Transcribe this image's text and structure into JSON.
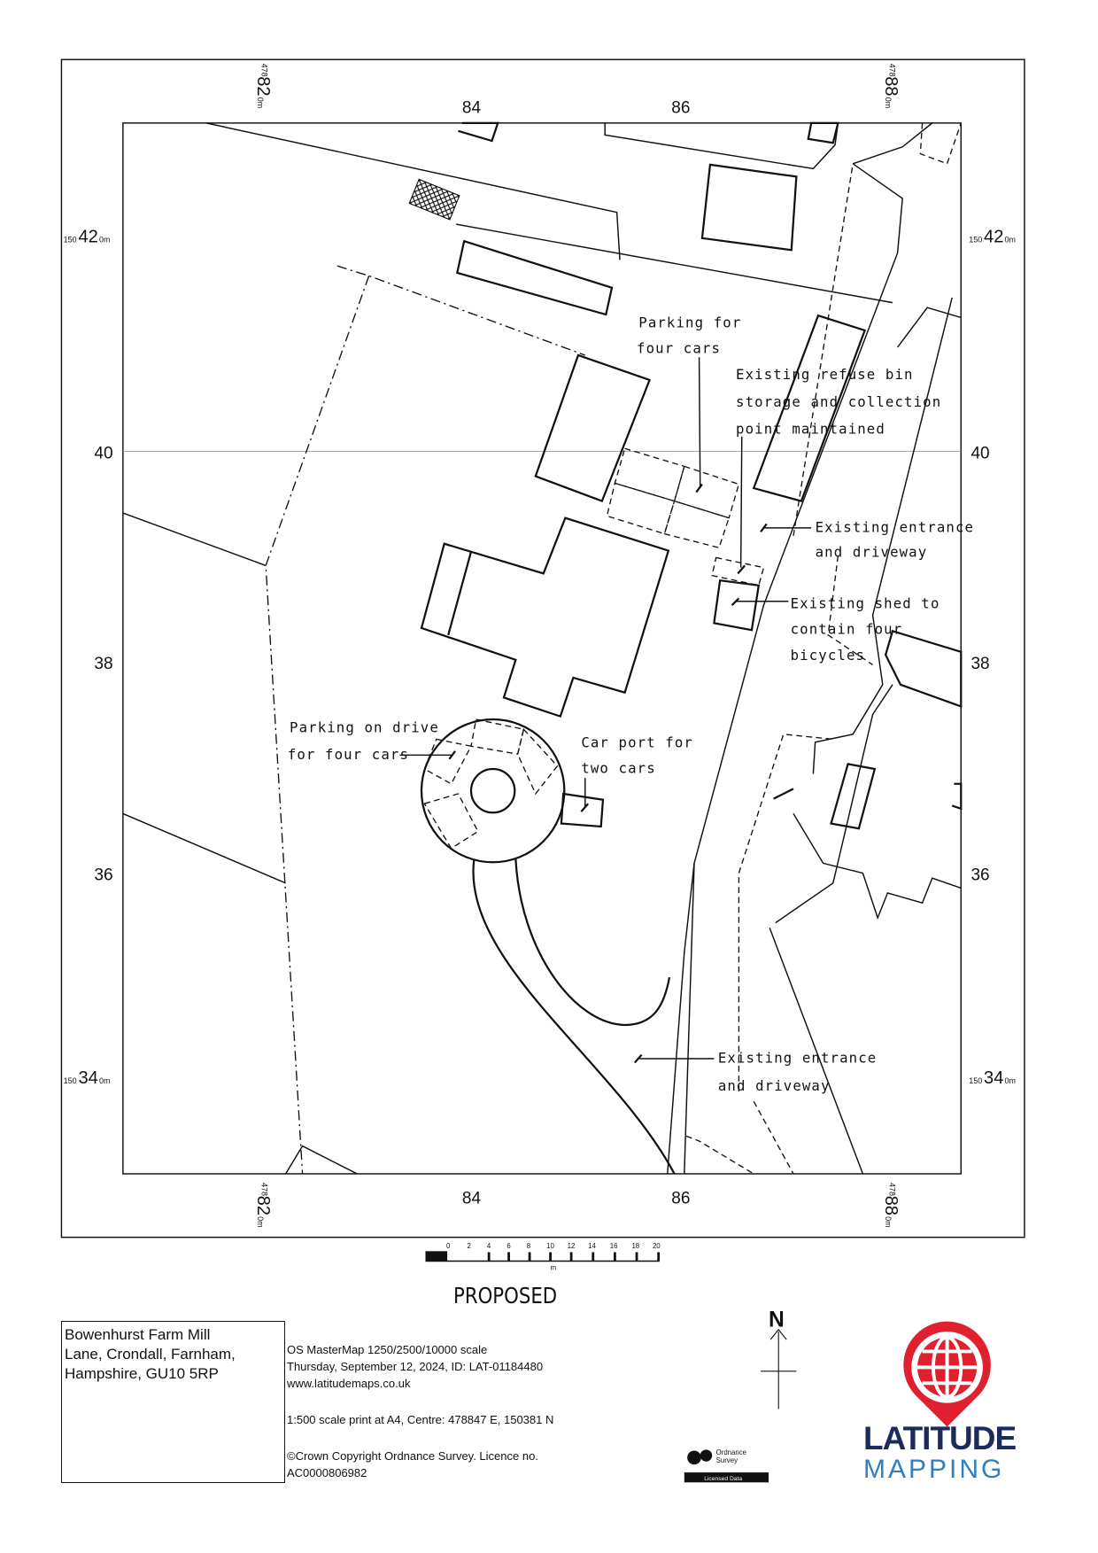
{
  "grid_labels": {
    "top_easting_major": {
      "prefix": "478",
      "value": "82",
      "suffix": "0m"
    },
    "top_easting_major_right": {
      "prefix": "478",
      "value": "88",
      "suffix": "0m"
    },
    "easting_minor": [
      "84",
      "86"
    ],
    "northing_major_top": {
      "prefix": "150",
      "value": "42",
      "suffix": "0m"
    },
    "northing_major_bottom": {
      "prefix": "150",
      "value": "34",
      "suffix": "0m"
    },
    "northing_minor": [
      "40",
      "38",
      "36"
    ]
  },
  "annotations": {
    "parking_four_1": "Parking for",
    "parking_four_2": "four cars",
    "refuse_1": "Existing refuse bin",
    "refuse_2": "storage and collection",
    "refuse_3": "point maintained",
    "entrance_top_1": "Existing entrance",
    "entrance_top_2": "and driveway",
    "shed_1": "Existing shed to",
    "shed_2": "contain four",
    "shed_3": "bicycles",
    "drive_parking_1": "Parking on drive",
    "drive_parking_2": "for four cars",
    "carport_1": "Car port for",
    "carport_2": "two cars",
    "entrance_bottom_1": "Existing entrance",
    "entrance_bottom_2": "and driveway"
  },
  "scale_bar": {
    "ticks": [
      "0",
      "2",
      "4",
      "6",
      "8",
      "10",
      "12",
      "14",
      "16",
      "18",
      "20"
    ],
    "unit": "m"
  },
  "title": "PROPOSED",
  "address": [
    "Bowenhurst Farm Mill",
    "Lane, Crondall, Farnham,",
    "Hampshire, GU10 5RP"
  ],
  "meta": {
    "line1": "OS MasterMap 1250/2500/10000 scale",
    "line2": "Thursday, September 12, 2024, ID: LAT-01184480",
    "line3": "www.latitudemaps.co.uk",
    "line4": "1:500 scale print at A4, Centre: 478847 E, 150381 N",
    "line5": "©Crown Copyright Ordnance Survey. Licence no.",
    "line6": "AC0000806982"
  },
  "north": "N",
  "os_badge": {
    "line1": "Ordnance",
    "line2": "Survey",
    "line3": "Licensed Data"
  },
  "logo": {
    "word1": "LATITUDE",
    "word2": "MAPPING",
    "red": "#e0202e",
    "navy": "#1c2a5c",
    "blue": "#2f7fc1"
  }
}
